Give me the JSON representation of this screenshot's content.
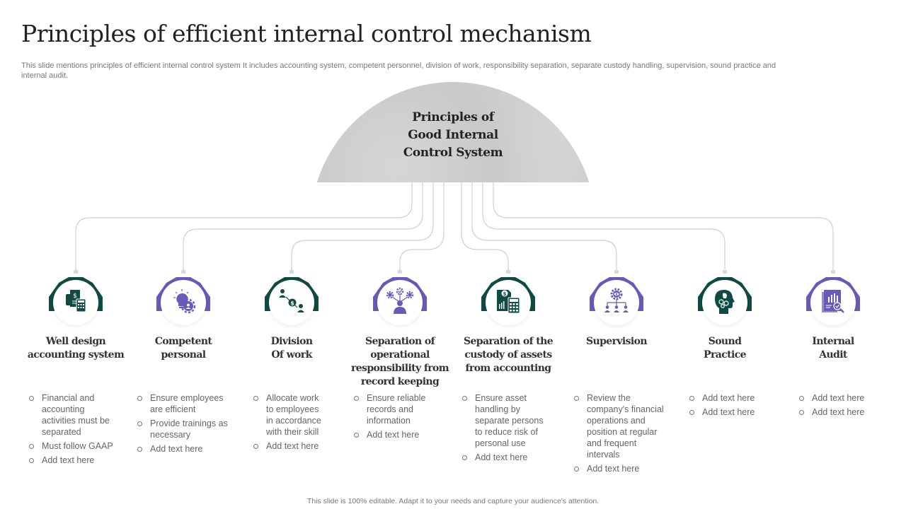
{
  "slide": {
    "title": "Principles of efficient internal control mechanism",
    "subtitle": "This slide mentions principles of efficient internal control system It includes accounting system, competent personnel, division of work, responsibility separation, separate custody handling, supervision, sound practice and internal audit.",
    "footer": "This slide is 100% editable.  Adapt it to your needs and capture your audience's attention."
  },
  "hero": {
    "title_line1": "Principles of",
    "title_line2": "Good Internal",
    "title_line3": "Control System"
  },
  "colors": {
    "dark_green": "#0f4b43",
    "purple": "#6a5ab8",
    "connector": "#d0d0d0",
    "title_text": "#222222",
    "body_text": "#666666"
  },
  "principles": [
    {
      "title_line1": "Well design",
      "title_line2": "accounting system",
      "title_line3": "",
      "title_line4": "",
      "color": "dark_green",
      "icon": "accounting-document-calculator-icon",
      "bullets": [
        "Financial and accounting activities must be separated",
        "Must follow  GAAP",
        "Add text here"
      ]
    },
    {
      "title_line1": "Competent",
      "title_line2": "personal",
      "title_line3": "",
      "title_line4": "",
      "color": "purple",
      "icon": "lightbulb-gear-person-icon",
      "bullets": [
        "Ensure employees are efficient",
        "Provide  trainings as necessary",
        "Add text here"
      ]
    },
    {
      "title_line1": "Division",
      "title_line2": "Of work",
      "title_line3": "",
      "title_line4": "",
      "color": "dark_green",
      "icon": "people-money-transfer-icon",
      "bullets": [
        "Allocate work to  employees in accordance with their skill",
        "Add text here"
      ]
    },
    {
      "title_line1": "Separation of",
      "title_line2": "operational",
      "title_line3": "responsibility from",
      "title_line4": "record keeping",
      "color": "purple",
      "icon": "person-gears-network-icon",
      "bullets": [
        "Ensure reliable records and information",
        "Add text here"
      ]
    },
    {
      "title_line1": "Separation of the",
      "title_line2": "custody of assets",
      "title_line3": "from accounting",
      "title_line4": "",
      "color": "dark_green",
      "icon": "financial-report-calculator-icon",
      "bullets": [
        "Ensure asset handling by separate persons to reduce risk of personal use",
        "Add text here"
      ]
    },
    {
      "title_line1": "Supervision",
      "title_line2": "",
      "title_line3": "",
      "title_line4": "",
      "color": "purple",
      "icon": "gear-eye-hierarchy-icon",
      "bullets": [
        "Review  the company's financial operations and position at regular and frequent  intervals",
        "Add text here"
      ]
    },
    {
      "title_line1": "Sound",
      "title_line2": "Practice",
      "title_line3": "",
      "title_line4": "",
      "color": "dark_green",
      "icon": "head-lightbulb-gears-icon",
      "bullets": [
        "Add text here",
        "Add text here"
      ]
    },
    {
      "title_line1": "Internal",
      "title_line2": "Audit",
      "title_line3": "",
      "title_line4": "",
      "color": "purple",
      "icon": "audit-report-magnifier-icon",
      "bullets": [
        "Add text here",
        "Add text here"
      ]
    }
  ]
}
